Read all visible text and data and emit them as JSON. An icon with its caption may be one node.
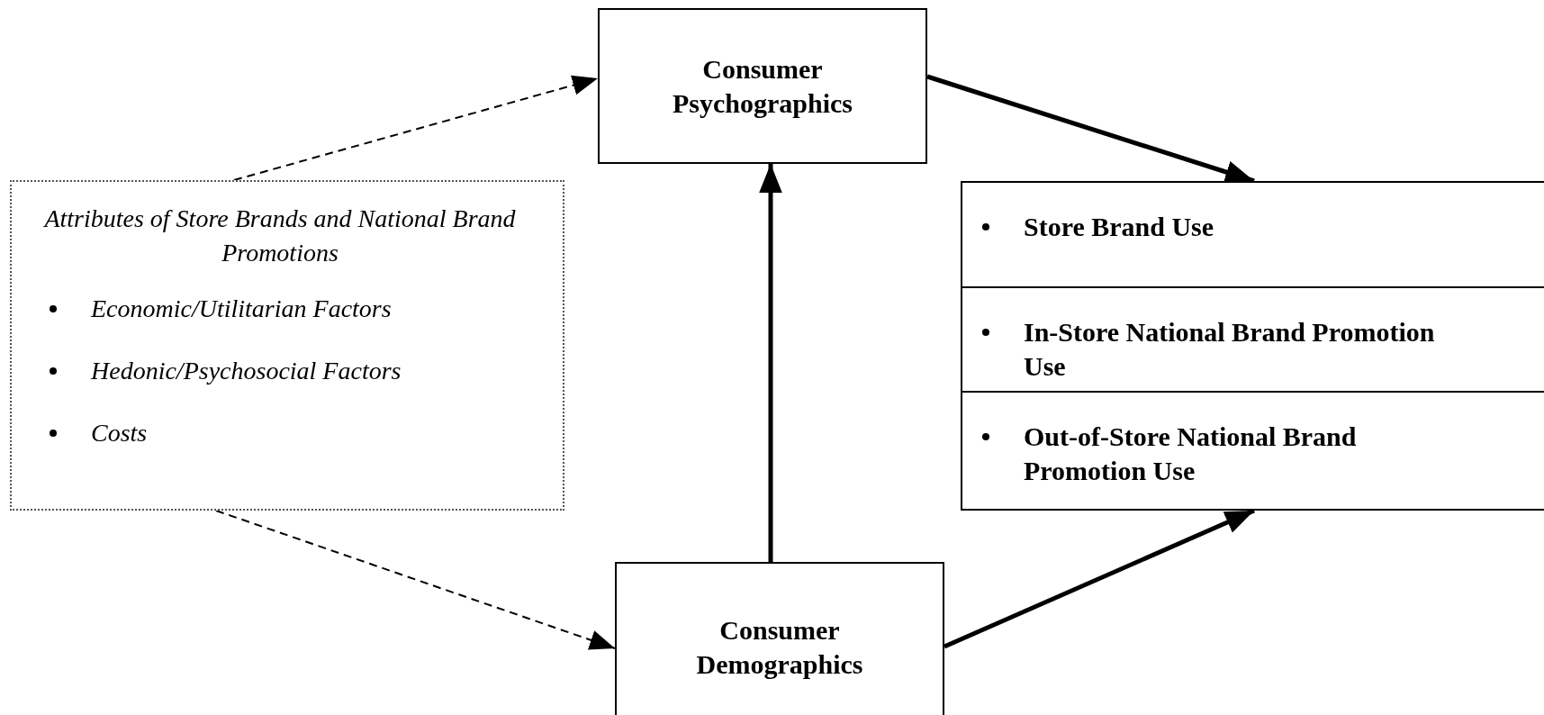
{
  "diagram": {
    "nodes": [
      {
        "text": [
          "Consumer Psychographics"
        ]
      },
      {
        "text": [
          "Attributes of Store Brands and National Brand Promotions",
          "Economic/Utilitarian Factors",
          "Hedonic/Psychosocial Factors",
          "Costs"
        ]
      },
      {
        "text": [],
        "shape": "box"
      },
      {
        "text": [
          "Store Brand Use"
        ],
        "in": 2
      },
      {
        "text": [
          "In-Store National Brand Promotion Use"
        ],
        "in": 2
      },
      {
        "text": [
          "Out-of-Store National Brand Promotion Use"
        ],
        "in": 2
      },
      {
        "text": [
          "Consumer Demographics"
        ]
      }
    ],
    "edges": [
      {
        "from": 1,
        "to": 0,
        "arrow": "to",
        "style": "dashed"
      },
      {
        "from": 1,
        "to": 6,
        "arrow": "to",
        "style": "dashed"
      },
      {
        "from": 6,
        "to": 0,
        "arrow": "to"
      },
      {
        "from": 0,
        "to": 2,
        "arrow": "to"
      },
      {
        "from": 6,
        "to": 2,
        "arrow": "to"
      }
    ]
  }
}
